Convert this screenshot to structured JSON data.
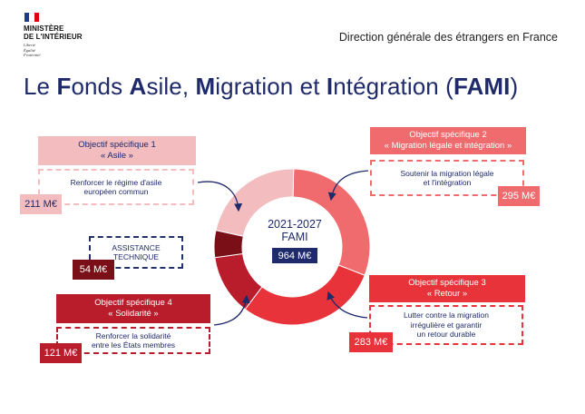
{
  "header": {
    "ministry": [
      "MINISTÈRE",
      "DE L'INTÉRIEUR"
    ],
    "motto": [
      "Liberté",
      "Égalité",
      "Fraternité"
    ],
    "direction": "Direction générale des étrangers en France"
  },
  "title": {
    "parts": [
      {
        "t": "Le ",
        "b": false
      },
      {
        "t": "F",
        "b": true
      },
      {
        "t": "onds ",
        "b": false
      },
      {
        "t": "A",
        "b": true
      },
      {
        "t": "sile, ",
        "b": false
      },
      {
        "t": "M",
        "b": true
      },
      {
        "t": "igration et ",
        "b": false
      },
      {
        "t": "I",
        "b": true
      },
      {
        "t": "ntégration (",
        "b": false
      },
      {
        "t": "FAMI",
        "b": true
      },
      {
        "t": ")",
        "b": false
      }
    ]
  },
  "center": {
    "years": "2021-2027",
    "fund": "FAMI",
    "total": "964 M€"
  },
  "objectives": {
    "os1": {
      "title": [
        "Objectif spécifique 1",
        "« Asile »"
      ],
      "desc": [
        "Renforcer le régime d'asile",
        "européen commun"
      ],
      "amount": "211 M€"
    },
    "os2": {
      "title": [
        "Objectif spécifique 2",
        "« Migration légale et intégration »"
      ],
      "desc": [
        "Soutenir la migration légale",
        "et l'intégration"
      ],
      "amount": "295 M€"
    },
    "os3": {
      "title": [
        "Objectif spécifique 3",
        "« Retour »"
      ],
      "desc": [
        "Lutter contre la migration",
        "irrégulière et garantir",
        "un retour durable"
      ],
      "amount": "283 M€"
    },
    "os4": {
      "title": [
        "Objectif spécifique 4",
        "« Solidarité »"
      ],
      "desc": [
        "Renforcer la solidarité",
        "entre les États membres"
      ],
      "amount": "121 M€"
    },
    "at": {
      "desc": [
        "ASSISTANCE",
        "TECHNIQUE"
      ],
      "amount": "54 M€"
    }
  },
  "colors": {
    "os1": "#f3bcbe",
    "os2": "#ef6b6e",
    "os3": "#e8333a",
    "os4": "#b91c2a",
    "at": "#7a0f18",
    "navy": "#1f2a6b"
  },
  "donut": [
    {
      "key": "os2",
      "value": 295
    },
    {
      "key": "os3",
      "value": 283
    },
    {
      "key": "os4",
      "value": 121
    },
    {
      "key": "at",
      "value": 54
    },
    {
      "key": "os1",
      "value": 211
    }
  ]
}
